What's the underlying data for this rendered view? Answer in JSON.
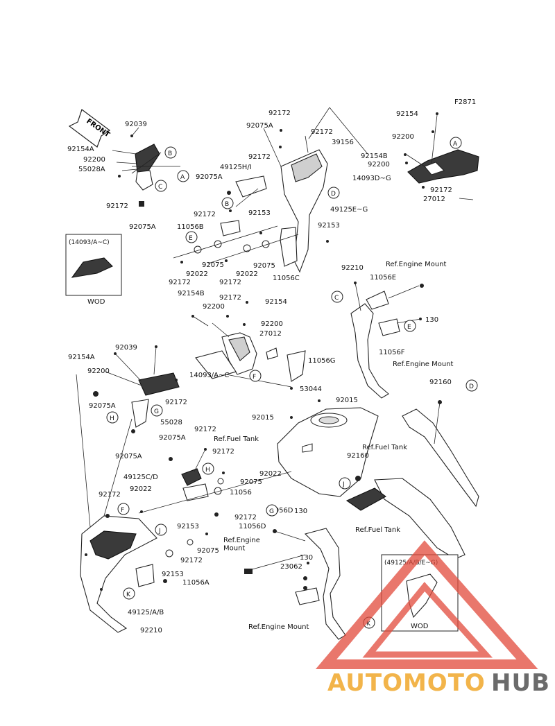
{
  "figure_code": "F2871",
  "front_arrow": "FRONT",
  "ref_labels": {
    "engine_mount_1": "Ref.Engine Mount",
    "engine_mount_2": "Ref.Engine Mount",
    "engine_mount_3": "Ref.Engine\nMount",
    "engine_mount_4": "Ref.Engine Mount",
    "fuel_tank_1": "Ref.Fuel Tank",
    "fuel_tank_2": "Ref.Fuel Tank",
    "fuel_tank_3": "Ref.Fuel Tank"
  },
  "inset_left": {
    "title": "(14093/A~C)",
    "note": "WOD"
  },
  "inset_right": {
    "title": "(49125/A/B/E~G)",
    "note": "WOD"
  },
  "callouts": [
    "A",
    "B",
    "C",
    "D",
    "E",
    "F",
    "G",
    "H",
    "J",
    "K"
  ],
  "part_numbers": [
    "92039",
    "92154A",
    "92200",
    "55028A",
    "92172",
    "92075A",
    "92172",
    "92075A",
    "92172",
    "49125H/I",
    "92075A",
    "92172",
    "39156",
    "49125E~G",
    "92172",
    "92153",
    "11056B",
    "92153",
    "92075",
    "92022",
    "92172",
    "92075",
    "92022",
    "92172",
    "11056C",
    "92154",
    "92200",
    "92154B",
    "92200",
    "14093D~G",
    "92172",
    "27012",
    "92210",
    "11056E",
    "130",
    "11056F",
    "11056G",
    "53044",
    "92154B",
    "92200",
    "92172",
    "92154",
    "92200",
    "27012",
    "92039",
    "92154A",
    "92200",
    "92075A",
    "92172",
    "14093/A~C",
    "55028",
    "92075A",
    "92160",
    "92015",
    "92015",
    "92160",
    "92075A",
    "92172",
    "49125C/D",
    "92172",
    "92022",
    "92075",
    "11056",
    "92153",
    "92172",
    "92172",
    "92022",
    "92172",
    "92075",
    "92153",
    "11056A",
    "49125/A/B",
    "92210",
    "11056D",
    "130",
    "130",
    "23062"
  ],
  "watermark": {
    "brand_a": "AUTOMOTO",
    "brand_b": "HUB"
  }
}
